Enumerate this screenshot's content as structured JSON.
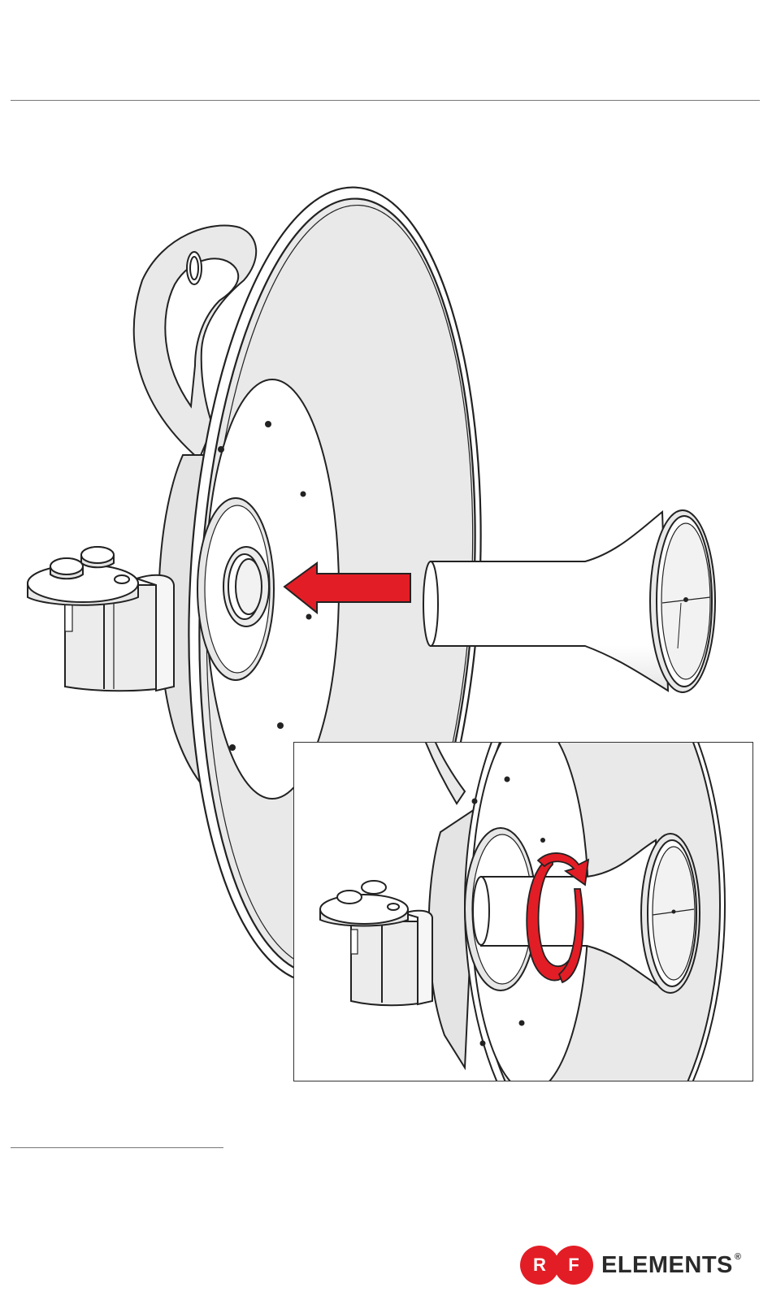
{
  "logo": {
    "letter_left": "R",
    "letter_right": "F",
    "word": "ELEMENTS",
    "registered": "®",
    "accent_color": "#e31d25"
  },
  "illustration": {
    "main_arrow_icon": "push-arrow-left-icon",
    "inset_rotate_icon": "rotate-arrow-icon",
    "accent_color": "#e31d25"
  }
}
